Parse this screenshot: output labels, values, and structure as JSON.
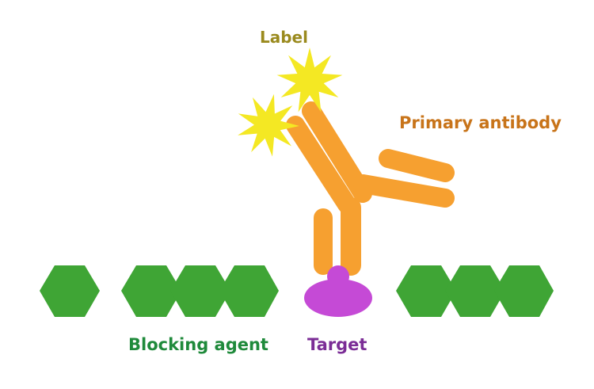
{
  "labels": {
    "label": "Label",
    "primary_antibody": "Primary antibody",
    "blocking_agent": "Blocking agent",
    "target": "Target"
  },
  "colors": {
    "label_text": "#9a8a1e",
    "antibody_text": "#c8741a",
    "blocking_text": "#1f8a3b",
    "target_text": "#7b2d96",
    "antibody": "#f6a030",
    "star": "#f4e823",
    "hexagon": "#3fa535",
    "target": "#c54ad6"
  },
  "icons": {
    "star": "star-burst-icon",
    "hexagon": "hexagon-icon",
    "target": "target-blob-icon",
    "antibody": "antibody-icon"
  }
}
